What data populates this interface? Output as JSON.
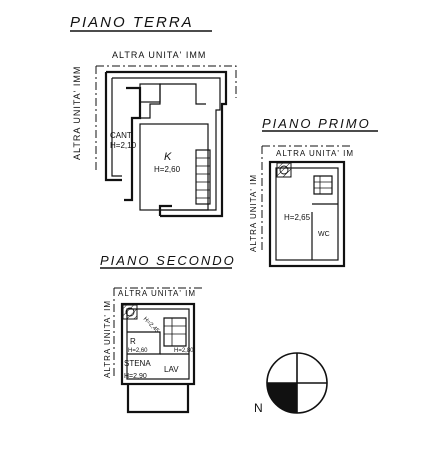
{
  "colors": {
    "ink": "#111111",
    "paper": "#ffffff"
  },
  "plans": {
    "ground": {
      "title": "PIANO TERRA",
      "top_label": "ALTRA UNITA' IMM",
      "side_label": "ALTRA UNITA' IMM",
      "room_cantina": "CANT.",
      "room_cantina_height": "H=2,10",
      "room_kitchen": "K",
      "room_kitchen_height": "H=2,60"
    },
    "first": {
      "title": "PIANO PRIMO",
      "top_label": "ALTRA UNITA' IM",
      "side_label": "ALTRA UNITA' IM",
      "room_height": "H=2,65",
      "room_wc": "WC"
    },
    "second": {
      "title": "PIANO SECONDO",
      "top_label": "ALTRA UNITA' IM",
      "side_label": "ALTRA UNITA' IM",
      "room_r": "R",
      "room_r_height": "H=2,60",
      "room_lav_height": "H=2,80",
      "room_stenditoio": "STENA",
      "room_stenditoio_height": "H=2,90",
      "room_lav": "LAV",
      "small_height": "H=2,45"
    }
  },
  "compass": {
    "north_label": "N"
  }
}
